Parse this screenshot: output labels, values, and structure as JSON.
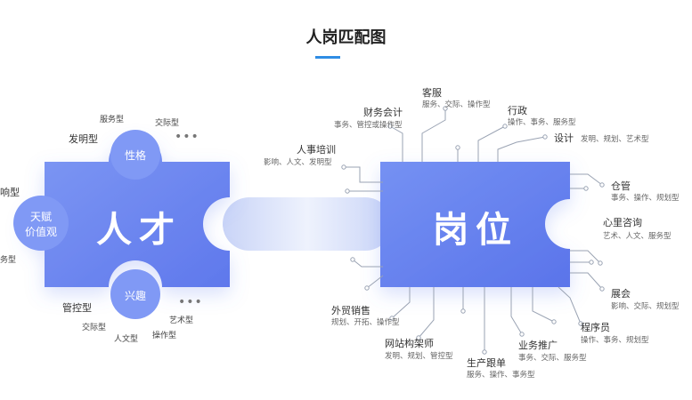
{
  "title": "人岗匹配图",
  "talent": {
    "main": "人才",
    "bubble_top": "性格",
    "bubble_bottom": "兴趣",
    "bubble_left_1": "天赋",
    "bubble_left_2": "价值观",
    "labels": {
      "service": "服务型",
      "social": "交际型",
      "invent": "发明型",
      "influence": "响型",
      "business": "务型",
      "control": "管控型",
      "social2": "交际型",
      "humanities": "人文型",
      "operation": "操作型",
      "art": "艺术型"
    },
    "more_top": "•••",
    "more_bottom": "•••"
  },
  "job": {
    "main": "岗位",
    "items": {
      "finance": {
        "title": "财务会计",
        "desc": "事务、管控或操作型"
      },
      "cs": {
        "title": "客服",
        "desc": "服务、交际、操作型"
      },
      "admin": {
        "title": "行政",
        "desc": "操作、事务、服务型"
      },
      "design": {
        "title": "设计",
        "desc": "发明、规划、艺术型"
      },
      "hr": {
        "title": "人事培训",
        "desc": "影响、人文、发明型"
      },
      "warehouse": {
        "title": "仓管",
        "desc": "事务、操作、规划型"
      },
      "counsel": {
        "title": "心里咨询",
        "desc": "艺术、人文、服务型"
      },
      "expo": {
        "title": "展会",
        "desc": "影响、交际、规划型"
      },
      "programmer": {
        "title": "程序员",
        "desc": "操作、事务、规划型"
      },
      "biz": {
        "title": "业务推广",
        "desc": "事务、交际、服务型"
      },
      "production": {
        "title": "生产跟单",
        "desc": "服务、操作、事务型"
      },
      "webarch": {
        "title": "网站构架师",
        "desc": "发明、规划、管控型"
      },
      "trade": {
        "title": "外贸销售",
        "desc": "规划、开拓、操作型"
      }
    }
  },
  "colors": {
    "puzzle": "#6b86f0",
    "bubble": "#7d96f4",
    "line": "#9aa3b3",
    "accent": "#2f8de4"
  }
}
